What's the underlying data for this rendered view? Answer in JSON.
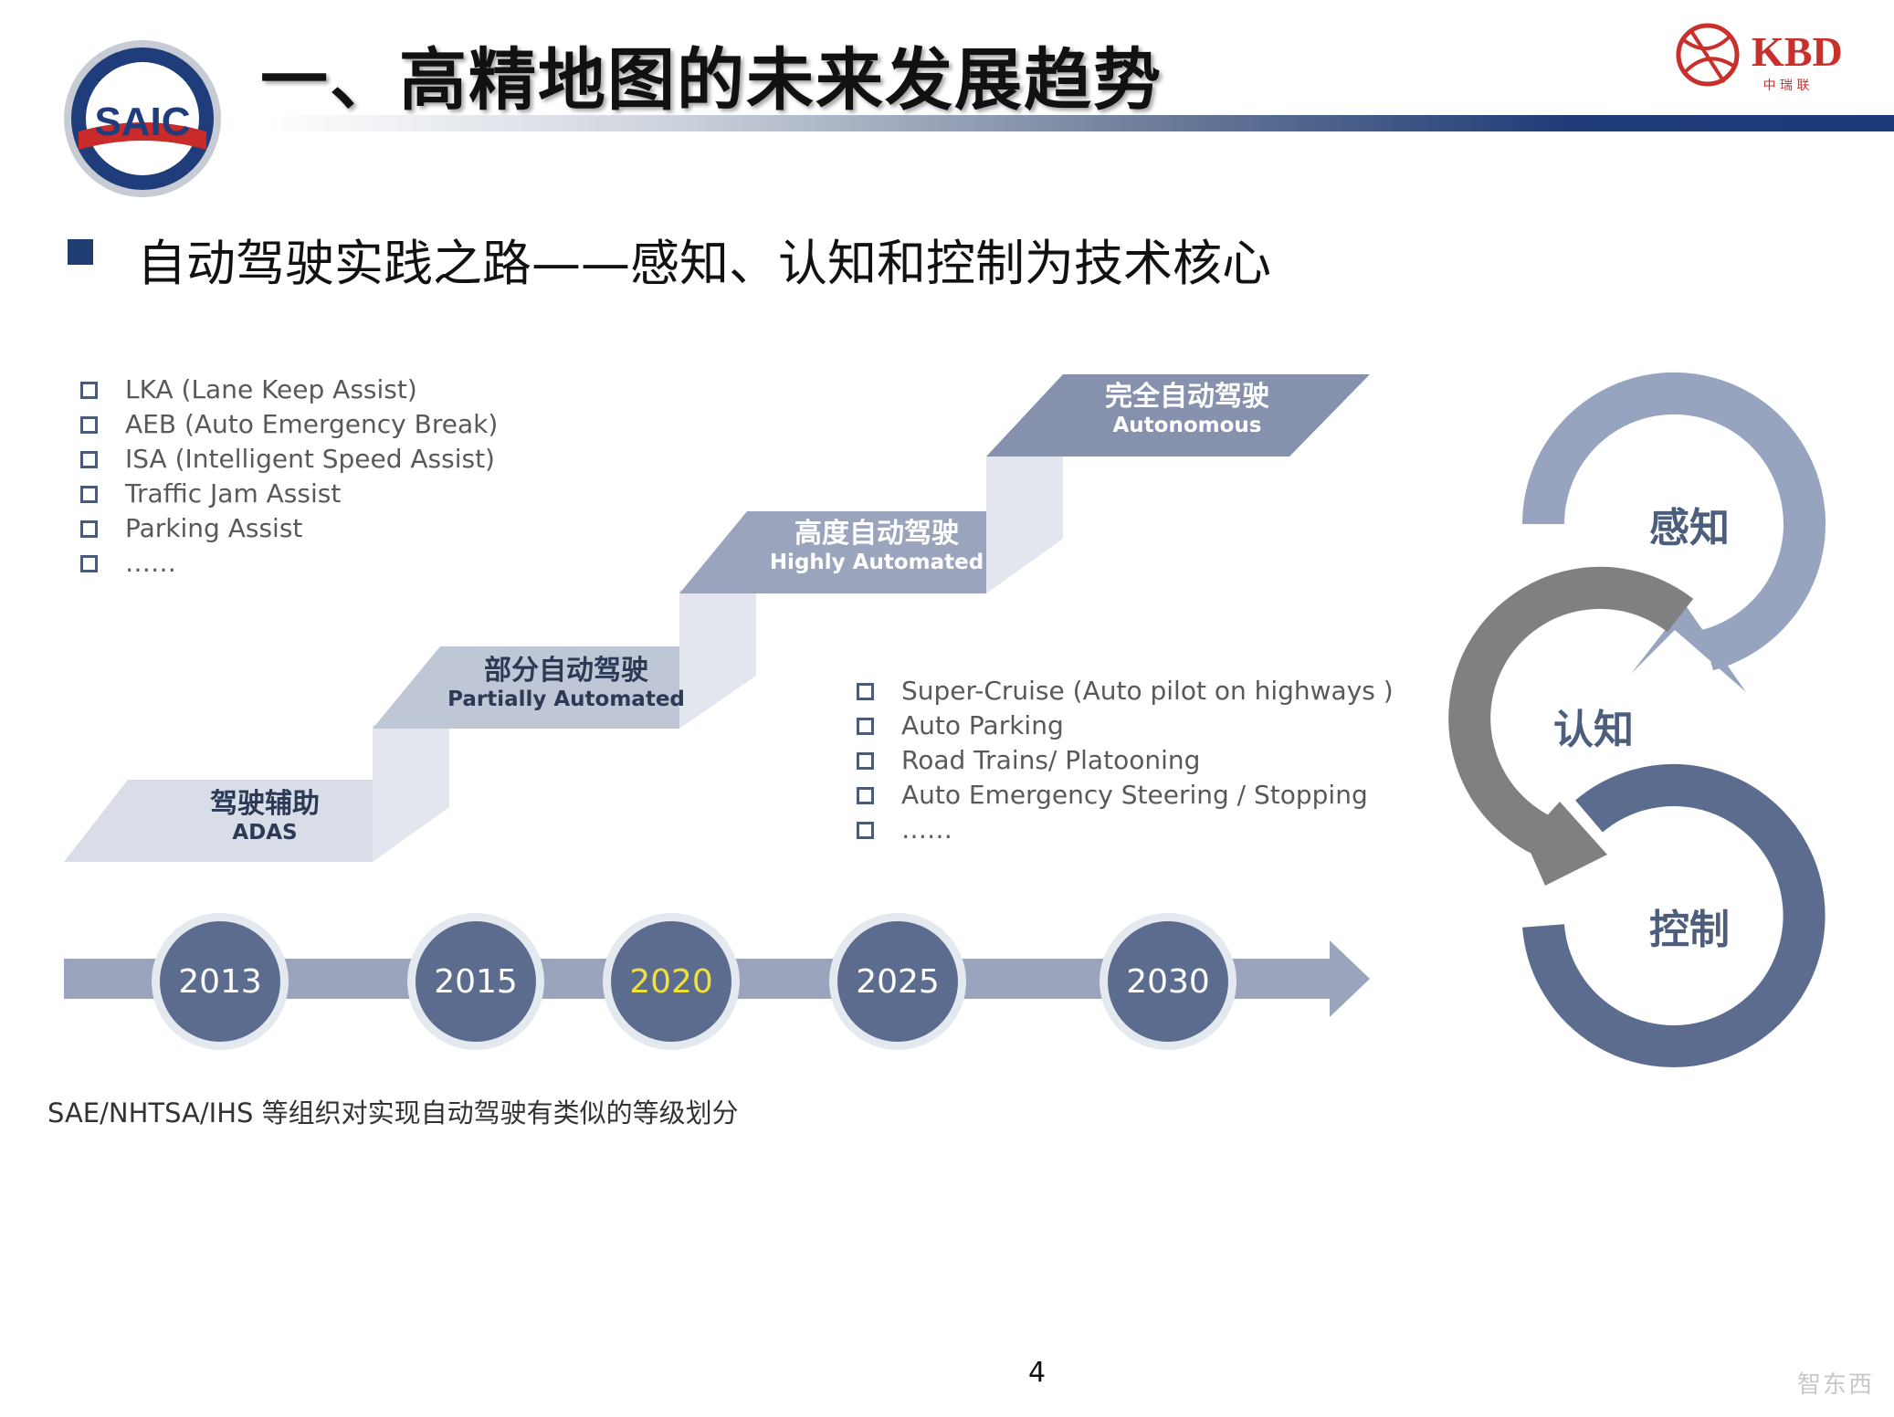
{
  "header": {
    "logo_text": "SAIC",
    "title": "一、高精地图的未来发展趋势",
    "kbd_logo_text": "KBD",
    "kbd_logo_sub": "中 瑞 联"
  },
  "subtitle": "自动驾驶实践之路——感知、认知和控制为技术核心",
  "adas_features": [
    "LKA  (Lane Keep Assist)",
    "AEB (Auto Emergency Break)",
    "ISA (Intelligent  Speed Assist)",
    "Traffic Jam Assist",
    "Parking Assist",
    "……"
  ],
  "automated_features": [
    "Super-Cruise (Auto pilot on highways )",
    "Auto Parking",
    "Road Trains/ Platooning",
    "Auto Emergency Steering / Stopping",
    "……"
  ],
  "steps": [
    {
      "cn": "驾驶辅助",
      "en": "ADAS"
    },
    {
      "cn": "部分自动驾驶",
      "en": "Partially Automated"
    },
    {
      "cn": "高度自动驾驶",
      "en": "Highly Automated"
    },
    {
      "cn": "完全自动驾驶",
      "en": "Autonomous"
    }
  ],
  "timeline": {
    "years": [
      "2013",
      "2015",
      "2020",
      "2025",
      "2030"
    ],
    "highlight": "2020"
  },
  "cycle": {
    "perception": "感知",
    "cognition": "认知",
    "control": "控制"
  },
  "note": "SAE/NHTSA/IHS 等组织对实现自动驾驶有类似的等级划分",
  "page_number": "4",
  "watermark": "智东西",
  "colors": {
    "navy": "#1f3d70",
    "step1": "#d9dde8",
    "step2": "#bfc6d6",
    "step3": "#9aa5bd",
    "step4": "#8591ad",
    "timeline_bar": "#9aa5bd",
    "year_circle": "#5b6c8e",
    "highlight_year": "#f0e03a",
    "arc_perception": "#97a4bf",
    "arc_cognition": "#808080",
    "arc_control": "#5b6c8e"
  }
}
